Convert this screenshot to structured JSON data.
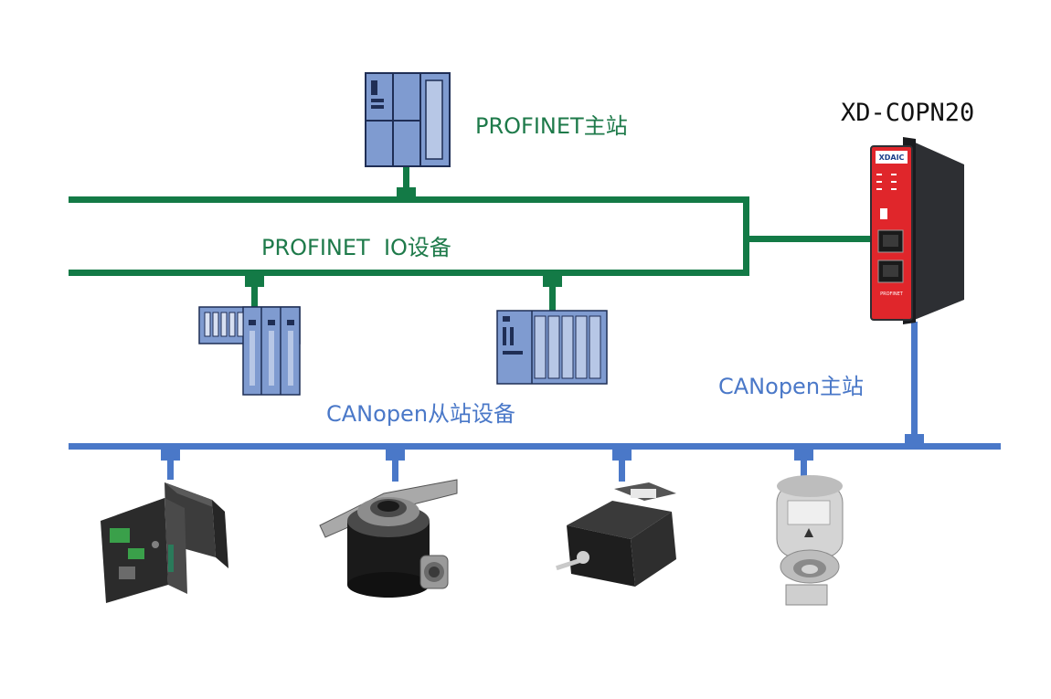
{
  "labels": {
    "profinet_master": "PROFINET主站",
    "profinet_io": "PROFINET  IO设备",
    "canopen_master": "CANopen主站",
    "canopen_slaves": "CANopen从站设备",
    "gateway_model": "XD-COPN20"
  },
  "gateway": {
    "brand": "XDAIC",
    "port_label": "PROFINET"
  },
  "colors": {
    "profinet_bus": "#137a46",
    "canopen_bus": "#4a78c8",
    "plc_fill": "#7f9bd0",
    "plc_line": "#2b3f6e",
    "gateway_red": "#e0262b",
    "gateway_dark": "#2d2f33"
  },
  "icons": [
    "plc-icon",
    "io-module-icon",
    "gateway-icon",
    "stepper-motor-icon",
    "hollow-encoder-icon",
    "servo-motor-icon",
    "absolute-encoder-icon"
  ]
}
